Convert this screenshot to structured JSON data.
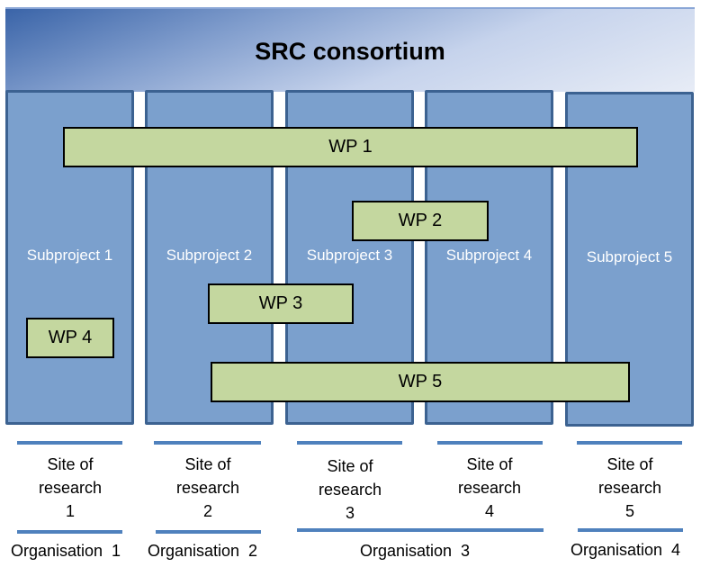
{
  "title": "SRC consortium",
  "subprojects": [
    {
      "label": "Subproject 1"
    },
    {
      "label": "Subproject 2"
    },
    {
      "label": "Subproject 3"
    },
    {
      "label": "Subproject 4"
    },
    {
      "label": "Subproject 5"
    }
  ],
  "work_packages": [
    {
      "label": "WP 1",
      "spans_subprojects": [
        1,
        2,
        3,
        4,
        5
      ]
    },
    {
      "label": "WP 2",
      "spans_subprojects": [
        3,
        4
      ]
    },
    {
      "label": "WP 3",
      "spans_subprojects": [
        2,
        3
      ]
    },
    {
      "label": "WP 4",
      "spans_subprojects": [
        1
      ]
    },
    {
      "label": "WP 5",
      "spans_subprojects": [
        2,
        3,
        4,
        5
      ]
    }
  ],
  "sites": [
    {
      "line1": "Site of",
      "line2": "research",
      "line3": "1"
    },
    {
      "line1": "Site of",
      "line2": "research",
      "line3": "2"
    },
    {
      "line1": "Site of",
      "line2": "research",
      "line3": "3"
    },
    {
      "line1": "Site of",
      "line2": "research",
      "line3": "4"
    },
    {
      "line1": "Site of",
      "line2": "research",
      "line3": "5"
    }
  ],
  "organisations": [
    {
      "label": "Organisation  1",
      "sites": [
        1
      ]
    },
    {
      "label": "Organisation  2",
      "sites": [
        2
      ]
    },
    {
      "label": "Organisation  3",
      "sites": [
        3,
        4
      ]
    },
    {
      "label": "Organisation  4",
      "sites": [
        5
      ]
    }
  ],
  "colors": {
    "subproject_fill": "#7ba0cd",
    "subproject_border": "#3c6291",
    "wp_fill": "#c4d79f",
    "divider": "#4f81bd"
  }
}
